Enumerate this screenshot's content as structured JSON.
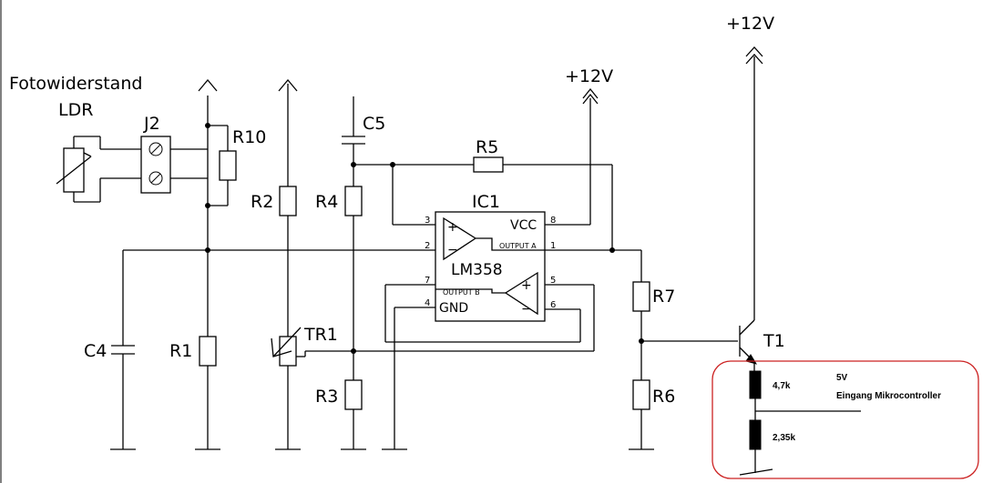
{
  "labels": {
    "photo_resistor": "Fotowiderstand",
    "ldr": "LDR",
    "j2": "J2",
    "r10": "R10",
    "c5": "C5",
    "r5": "R5",
    "ic1": "IC1",
    "lm358": "LM358",
    "vcc": "VCC",
    "gnd": "GND",
    "output_a": "OUTPUT A",
    "output_b": "OUTPUT B",
    "r2": "R2",
    "r4": "R4",
    "r7": "R7",
    "r6": "R6",
    "r1": "R1",
    "r3": "R3",
    "c4": "C4",
    "tr1": "TR1",
    "t1": "T1",
    "supply_top": "+12V",
    "supply_mid": "+12V"
  },
  "pins": {
    "p1": "1",
    "p2": "2",
    "p3": "3",
    "p4": "4",
    "p5": "5",
    "p6": "6",
    "p7": "7",
    "p8": "8",
    "plus_a": "+",
    "minus_a": "−",
    "plus_b": "+",
    "minus_b": "−"
  },
  "annotation": {
    "r_upper": "4,7k",
    "r_lower": "2,35k",
    "voltage": "5V",
    "input_label": "Eingang Mikrocontroller"
  },
  "colors": {
    "line": "#000000",
    "annotation_border": "#cc2222",
    "background": "#ffffff"
  }
}
